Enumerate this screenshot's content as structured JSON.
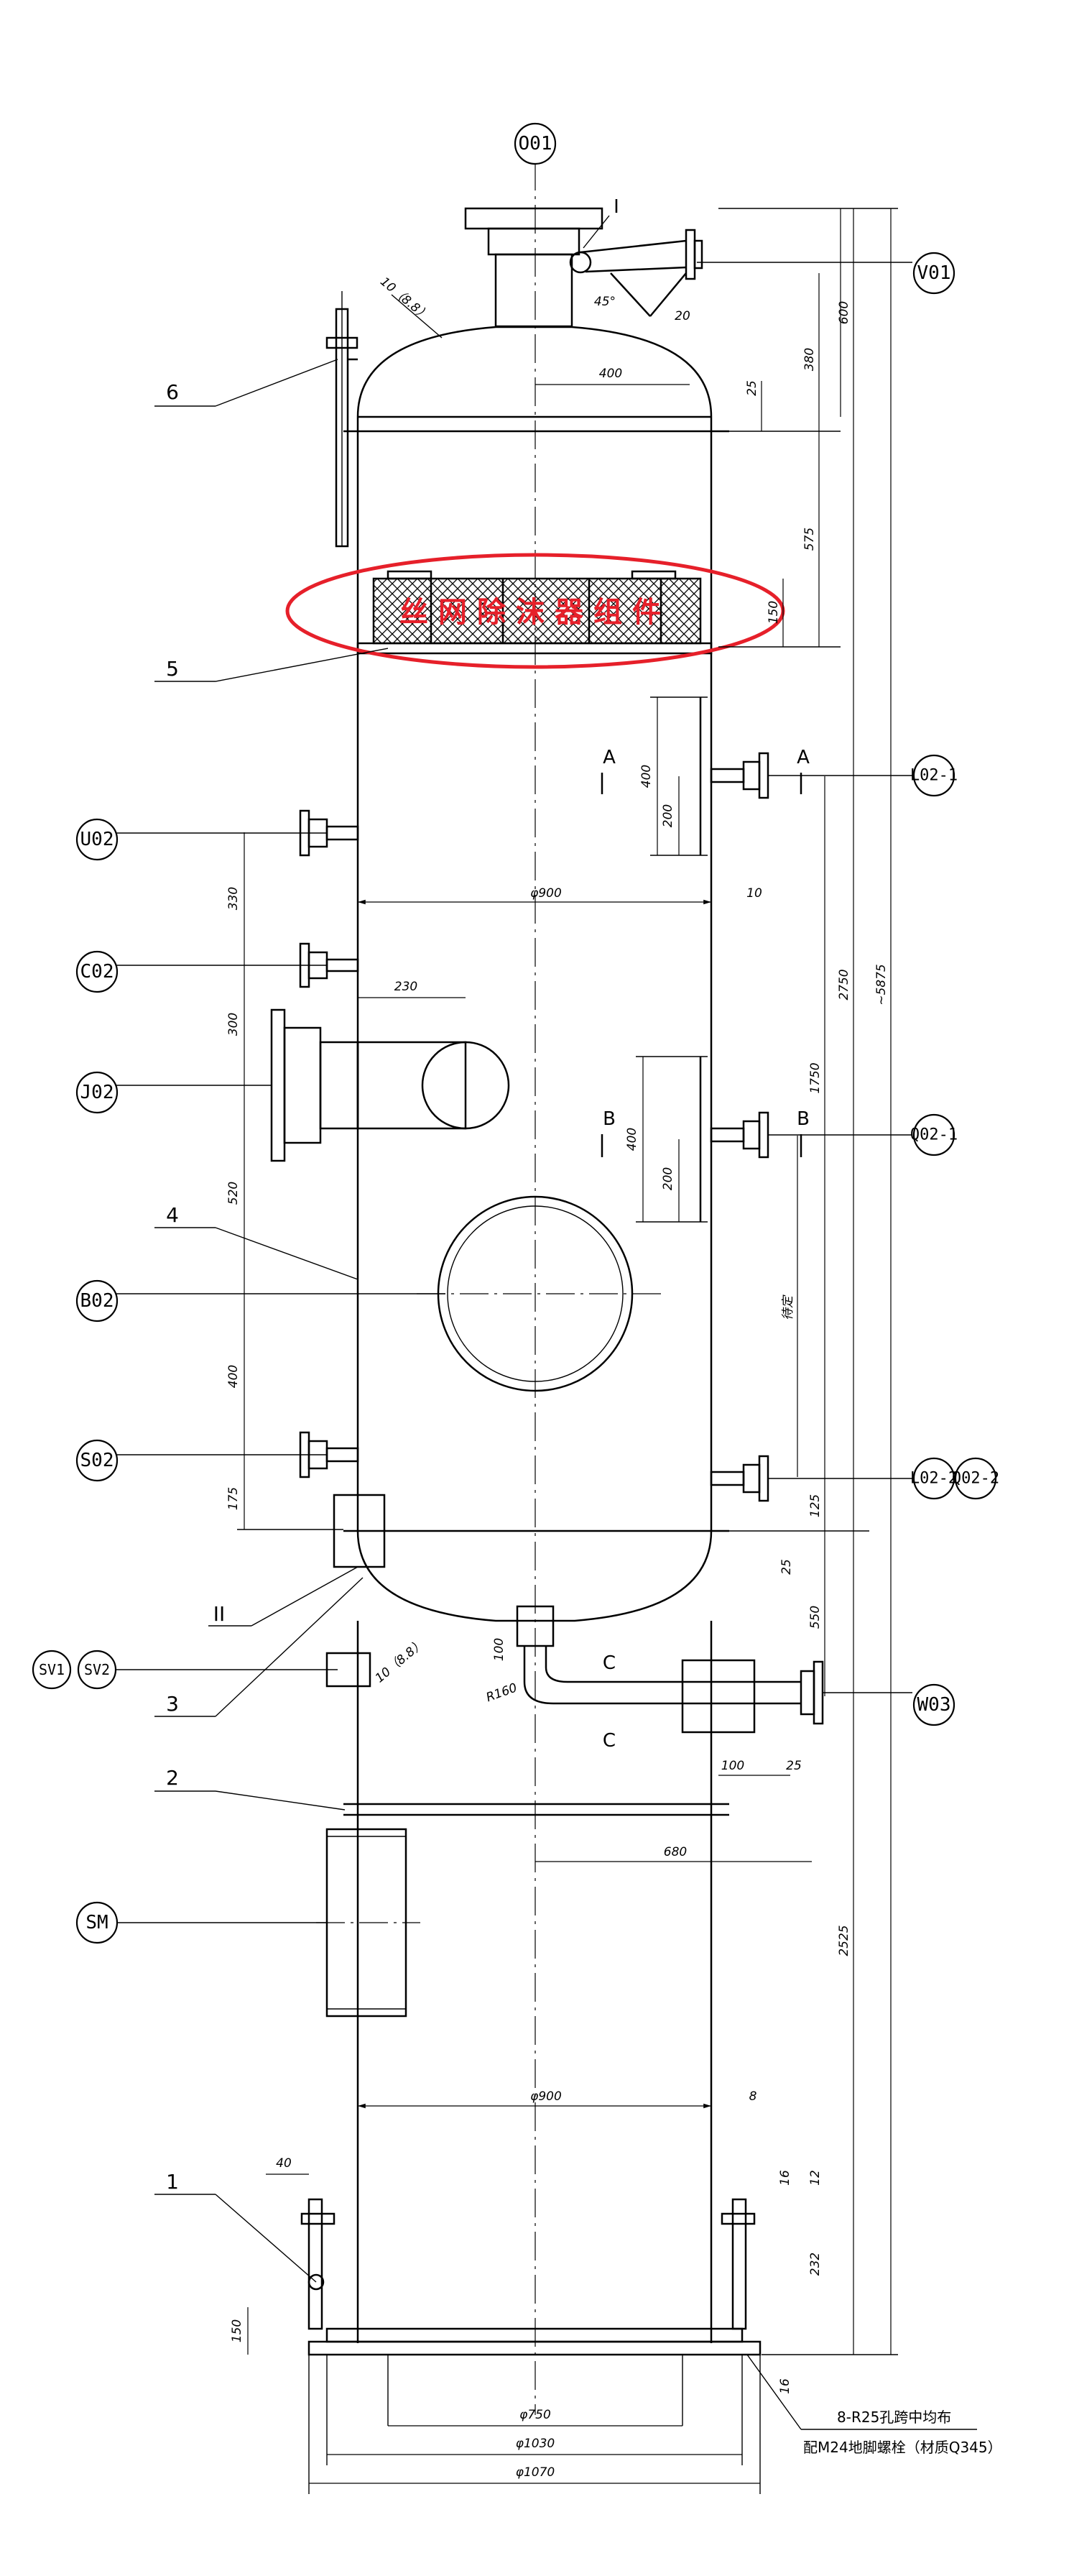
{
  "drawing": {
    "nozzles": {
      "O01": "O01",
      "V01": "V01",
      "L02_1": "L02-1",
      "U02": "U02",
      "C02": "C02",
      "J02": "J02",
      "Q02_1": "Q02-1",
      "B02": "B02",
      "S02": "S02",
      "L02_2": "L02-2",
      "Q02_2": "Q02-2",
      "SV1": "SV1",
      "SV2": "SV2",
      "W03": "W03",
      "SM": "SM"
    },
    "parts": {
      "p1": "1",
      "p2": "2",
      "p3": "3",
      "p4": "4",
      "p5": "5",
      "p6": "6"
    },
    "details": {
      "I": "I",
      "II": "II"
    },
    "sections": {
      "A": "A",
      "B": "B",
      "C": "C"
    },
    "demister_label": "丝网除沫器组件",
    "dims": {
      "d400top": "400",
      "d25a": "25",
      "d380": "380",
      "d600": "600",
      "d575": "575",
      "d150": "150",
      "d400A": "400",
      "d200A": "200",
      "phi900": "φ900",
      "t10": "10",
      "d2750": "2750",
      "d5875": "~5875",
      "d1750": "1750",
      "d330": "330",
      "d300": "300",
      "d230": "230",
      "d520": "520",
      "d400B": "400",
      "d200B": "200",
      "d400c": "400",
      "d175": "175",
      "d125": "125",
      "d25b": "25",
      "d550": "550",
      "d100": "100",
      "r160": "R160",
      "d100b": "100",
      "d25c": "25",
      "d680": "680",
      "d2525": "2525",
      "phi900b": "φ900",
      "t8": "8",
      "d40": "40",
      "d16a": "16",
      "d12": "12",
      "d232": "232",
      "d16b": "16",
      "d150b": "150",
      "phi750": "φ750",
      "phi1030": "φ1030",
      "phi1070": "φ1070",
      "deg45": "45°",
      "d20": "20",
      "shell_top": "10（8.8）",
      "shell_bot": "10（8.8）",
      "tbd": "待定"
    },
    "notes": {
      "bolt1": "8-R25孔跨中均布",
      "bolt2": "配M24地脚螺栓（材质Q345）"
    },
    "colors": {
      "ink": "#000000",
      "highlight": "#e6202a",
      "paper": "#ffffff"
    }
  }
}
